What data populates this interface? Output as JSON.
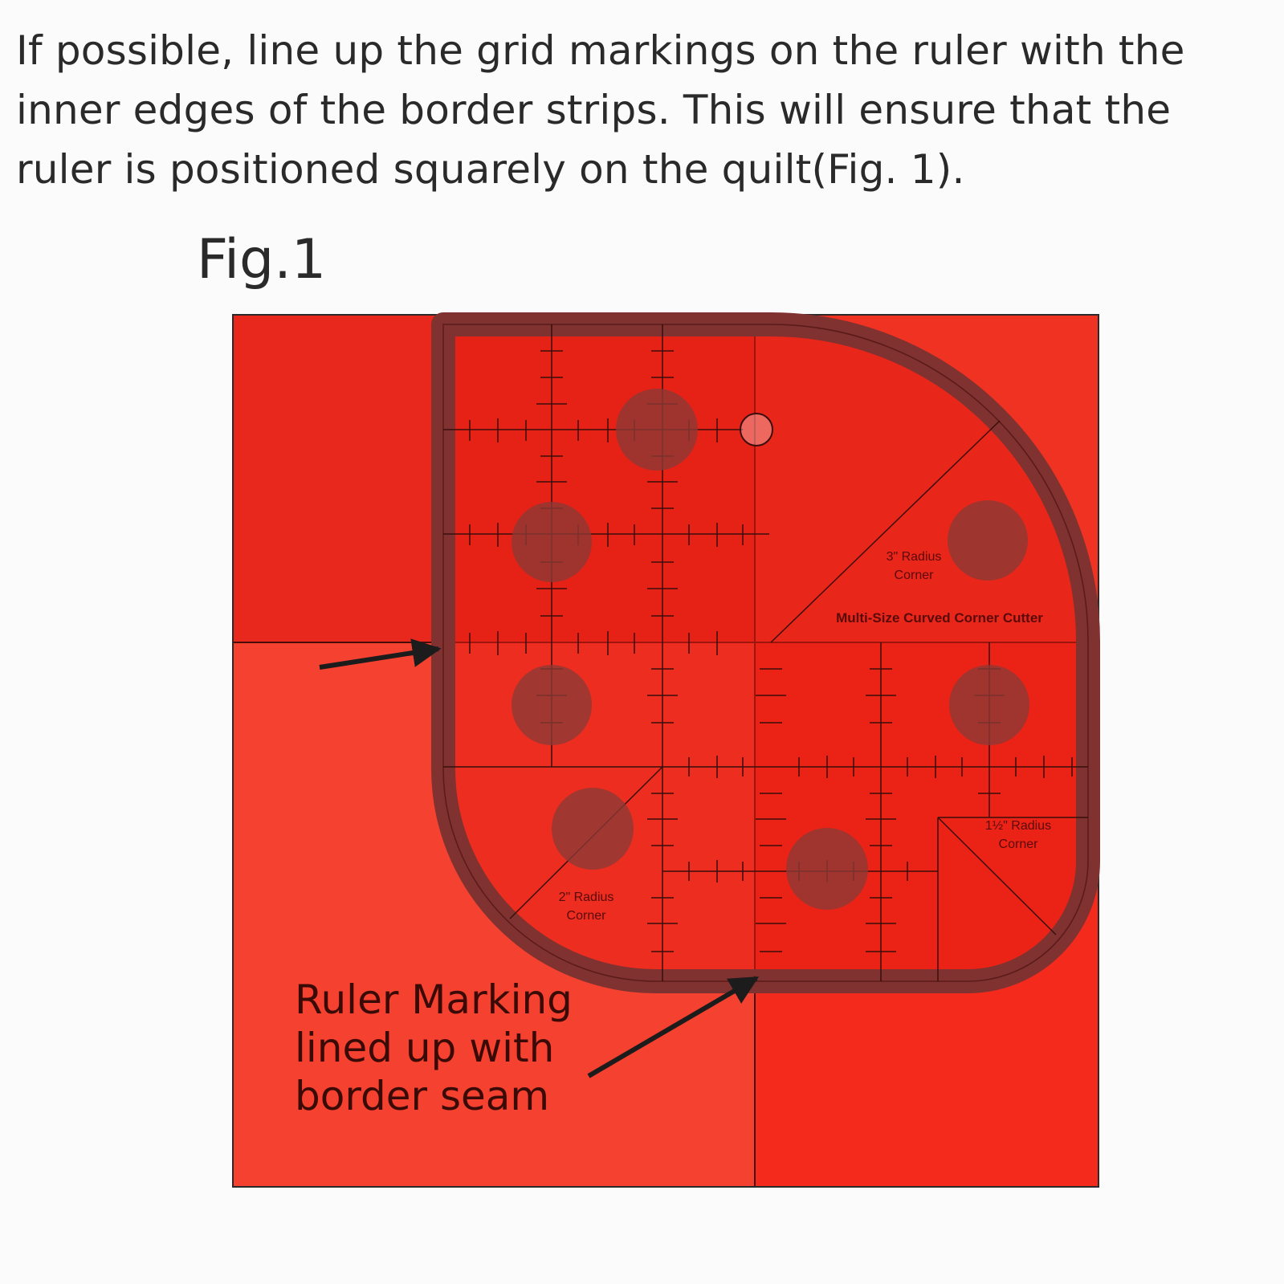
{
  "intro": {
    "text": "If possible, line up the grid markings on the ruler with the\ninner edges of the border strips. This will ensure that the\nruler is positioned squarely on the quilt(Fig. 1)."
  },
  "figure": {
    "label": "Fig.1",
    "ruler": {
      "product_name": "Multi-Size Curved Corner Cutter",
      "corner_3in": [
        "3\" Radius",
        "Corner"
      ],
      "corner_1_5in": [
        "1½\" Radius",
        "Corner"
      ],
      "corner_2in": [
        "2\" Radius",
        "Corner"
      ]
    },
    "callout": [
      "Ruler Marking",
      "lined up with",
      "border seam"
    ]
  },
  "colors": {
    "quilt_top_left": "#e8281c",
    "quilt_top_right": "#f03222",
    "quilt_bottom_left": "#f5412f",
    "quilt_bottom_right": "#f42a1c",
    "ruler_tint": "#e31d14",
    "ruler_rim": "#7f3230",
    "ruler_dot": "#8a3a36",
    "ink": "#1c1c1c"
  }
}
